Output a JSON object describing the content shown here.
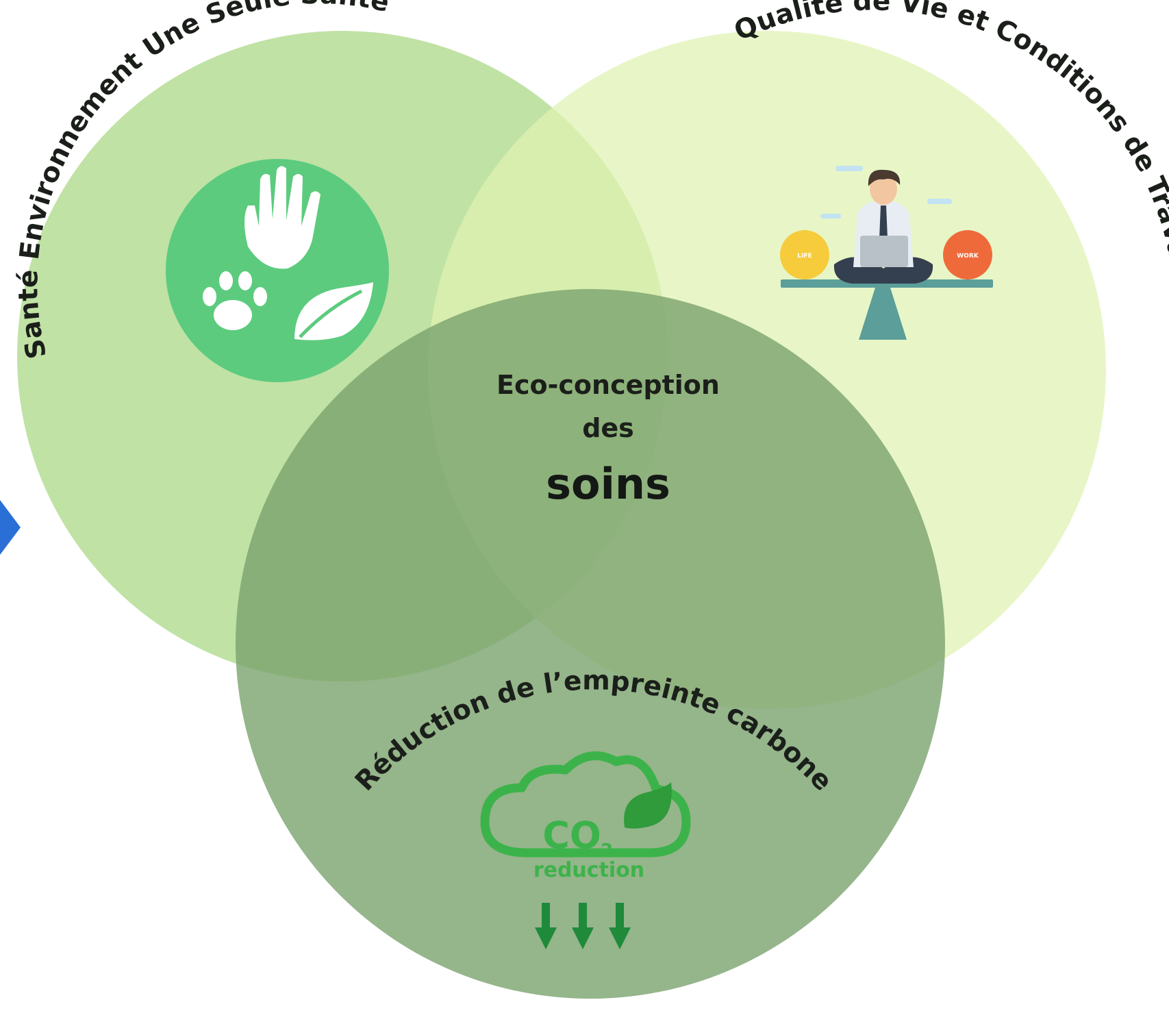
{
  "diagram": {
    "type": "venn",
    "circles": [
      {
        "id": "sante",
        "label": "Santé Environnement Une Seule Santé",
        "color": "#b2dc91",
        "icon": "hand-paw-leaf-icon"
      },
      {
        "id": "qvt",
        "label": "Qualité de Vie et Conditions de Travail",
        "color": "#dff2b2",
        "icon": "work-life-balance-icon"
      },
      {
        "id": "carbone",
        "label": "Réduction de l’empreinte carbone",
        "color": "#7aa26e",
        "icon": "co2-reduction-icon"
      }
    ],
    "center": {
      "line1": "Eco-conception",
      "line2": "des",
      "line3": "soins"
    },
    "icons": {
      "balance_left_label": "LIFE",
      "balance_right_label": "WORK",
      "co2_main": "CO",
      "co2_sub": "2",
      "co2_caption": "reduction"
    },
    "colors": {
      "sante_icon_bg": "#5ccb7e",
      "co2_green": "#3cb34a",
      "arrow_green": "#1f8a3a",
      "arrow_blue": "#2a6fd6",
      "life_yellow": "#f6cc3d",
      "work_orange": "#ef6a3a",
      "beam_teal": "#5b9e9a"
    }
  }
}
